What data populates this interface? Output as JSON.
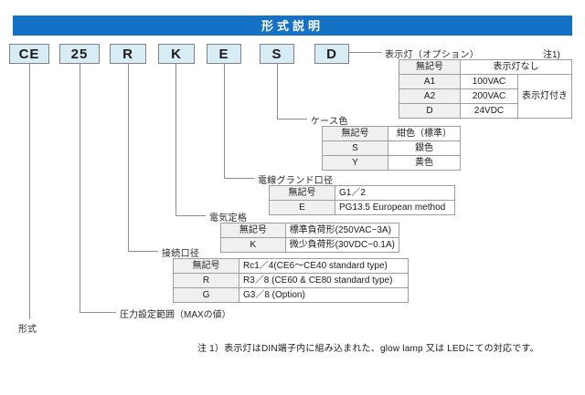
{
  "header": {
    "title": "形式説明"
  },
  "model_code": {
    "segments": [
      {
        "code": "CE",
        "meaning_label": "形式"
      },
      {
        "code": "25",
        "meaning_label": "圧力設定範囲（MAXの値）"
      },
      {
        "code": "R",
        "meaning_label": "接続口径"
      },
      {
        "code": "K",
        "meaning_label": "電気定格"
      },
      {
        "code": "E",
        "meaning_label": "電線グランド口径"
      },
      {
        "code": "S",
        "meaning_label": "ケース色"
      },
      {
        "code": "D",
        "meaning_label": "表示灯（オプション）"
      }
    ]
  },
  "tables": {
    "indicator_lamp": {
      "caption": "表示灯（オプション）",
      "note_ref": "注1)",
      "rows": [
        {
          "key": "無記号",
          "value": "表示灯なし",
          "group": ""
        },
        {
          "key": "A1",
          "value": "100VAC",
          "group": "表示灯付き"
        },
        {
          "key": "A2",
          "value": "200VAC",
          "group": ""
        },
        {
          "key": "D",
          "value": "24VDC",
          "group": ""
        }
      ],
      "group_label": "表示灯付き"
    },
    "case_color": {
      "caption": "ケース色",
      "rows": [
        {
          "key": "無記号",
          "value": "紺色（標準）"
        },
        {
          "key": "S",
          "value": "銀色"
        },
        {
          "key": "Y",
          "value": "黄色"
        }
      ]
    },
    "cable_gland": {
      "caption": "電線グランド口径",
      "rows": [
        {
          "key": "無記号",
          "value": "G1／2"
        },
        {
          "key": "E",
          "value": "PG13.5 European method"
        }
      ]
    },
    "electrical_rating": {
      "caption": "電気定格",
      "rows": [
        {
          "key": "無記号",
          "value": "標準負荷形(250VAC−3A)"
        },
        {
          "key": "K",
          "value": "微少負荷形(30VDC−0.1A)"
        }
      ]
    },
    "port_size": {
      "caption": "接続口径",
      "rows": [
        {
          "key": "無記号",
          "value": "Rc1／4(CE6〜CE40 standard type)"
        },
        {
          "key": "R",
          "value": "R3／8 (CE60 & CE80 standard type)"
        },
        {
          "key": "G",
          "value": "G3／8 (Option)"
        }
      ]
    }
  },
  "leaf_labels": {
    "model": "形式",
    "pressure_range": "圧力設定範囲（MAXの値）"
  },
  "footnote": {
    "text": "注 1）表示灯はDIN端子内に組み込まれた、glow lamp 又は LEDにての対応です。"
  },
  "colors": {
    "banner": "#1471c4",
    "code_box_fill": "#d8ecf5",
    "line": "#8a8d91",
    "table_key_fill": "#f0f0f0"
  }
}
